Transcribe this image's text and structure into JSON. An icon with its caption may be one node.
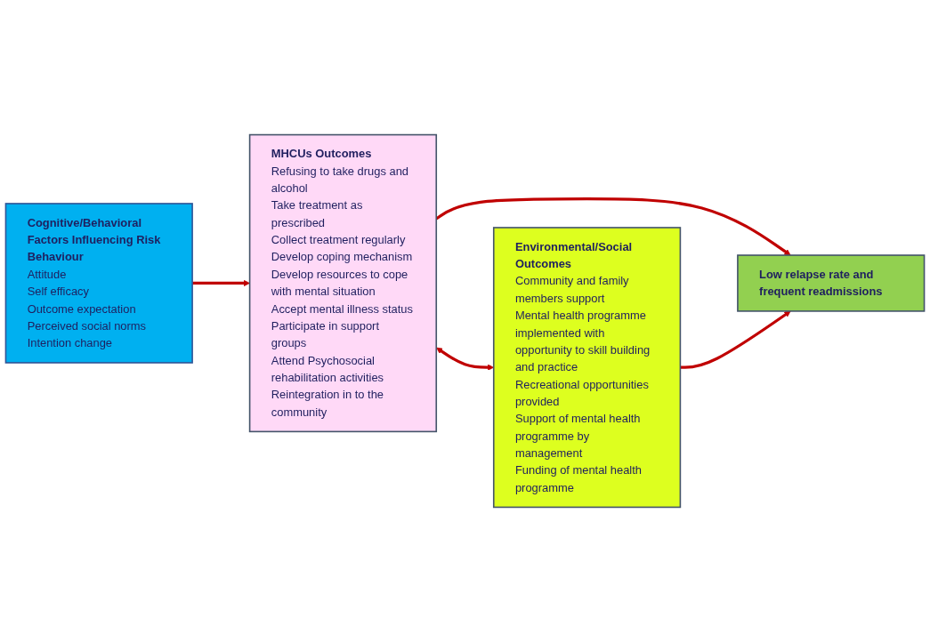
{
  "diagram": {
    "nodes": [
      {
        "text": [
          "Cognitive/Behavioral Factors Influencing Risk Behaviour",
          "Attitude",
          "Self efficacy",
          "Outcome expectation",
          "Perceived social norms",
          "Intention change"
        ]
      },
      {
        "text": [
          "MHCUs Outcomes",
          "Refusing to take drugs and alcohol",
          "Take treatment as prescribed",
          "Collect treatment regularly",
          "Develop coping mechanism",
          "Develop resources to cope with mental situation",
          "Accept mental illness status",
          "Participate in support groups",
          "Attend Psychosocial rehabilitation activities",
          "Reintegration in to the community"
        ]
      },
      {
        "text": [
          "Low relapse rate and frequent readmissions"
        ]
      },
      {
        "text": [
          "Environmental/Social Outcomes",
          "Community and family members support",
          "Mental health programme implemented with opportunity to skill building and practice",
          "Recreational opportunities provided",
          "Support of mental health programme by management",
          "Funding of mental health programme"
        ]
      }
    ],
    "edges": [
      {
        "from": 0,
        "to": 1,
        "arrow": "to"
      },
      {
        "from": 1,
        "to": 2,
        "arrow": "to"
      },
      {
        "from": 1,
        "to": 3,
        "arrow": "both"
      },
      {
        "from": 3,
        "to": 2,
        "arrow": "to"
      }
    ]
  }
}
